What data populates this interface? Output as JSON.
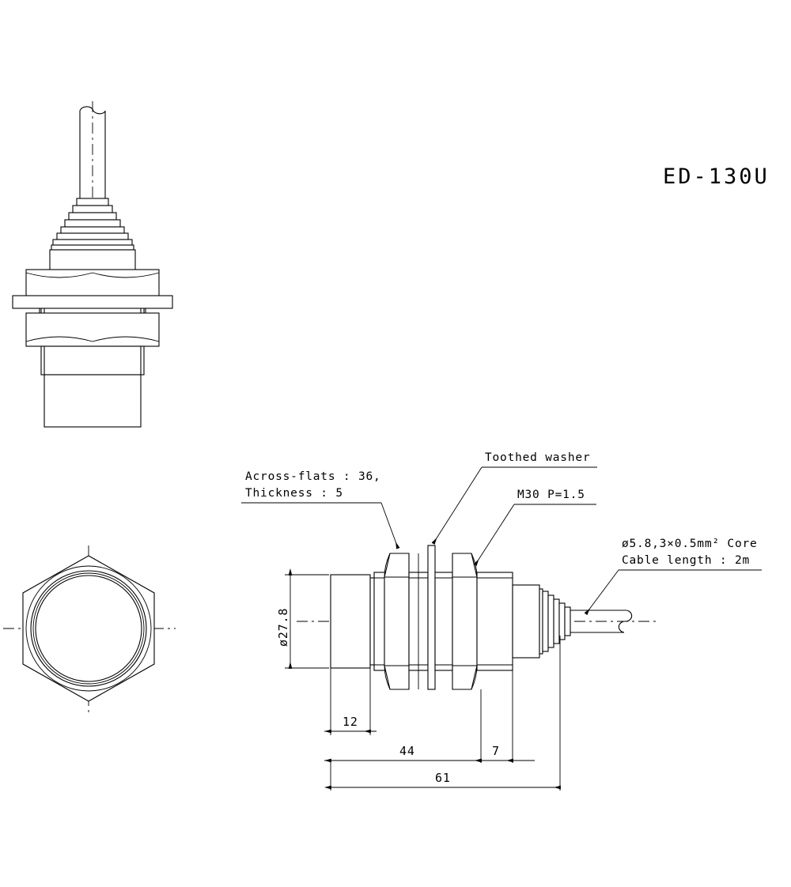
{
  "drawing": {
    "title": "ED-130U",
    "part_type": "proximity-sensor",
    "views": {
      "top_left": {
        "name": "front-elevation-vertical"
      },
      "bottom_left": {
        "name": "hex-end-view"
      },
      "right": {
        "name": "side-elevation-horizontal"
      }
    }
  },
  "notes": {
    "across_flats_line1": "Across-flats :  36,",
    "across_flats_line2": "Thickness :  5",
    "toothed_washer": "Toothed washer",
    "thread": "M30 P=1.5",
    "cable_line1": "ø5.8,3×0.5mm² Core",
    "cable_line2": "Cable length :  2m"
  },
  "dimensions": {
    "diameter": "ø27.8",
    "d12": "12",
    "d44": "44",
    "d7": "7",
    "d61": "61"
  },
  "colors": {
    "line": "#000000",
    "background": "#ffffff"
  }
}
